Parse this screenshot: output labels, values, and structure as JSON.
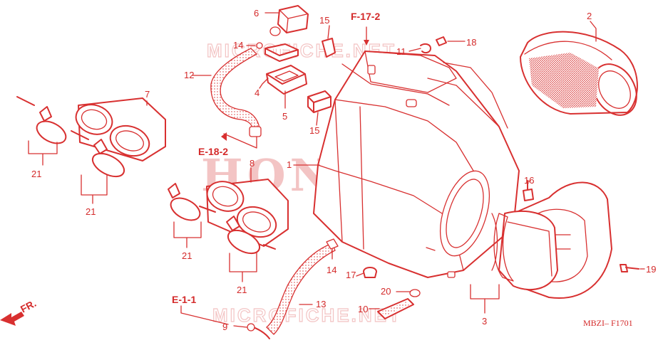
{
  "watermarks": {
    "brand": "HONDA",
    "site": "MICROFICHE.NET"
  },
  "diagram_code": "MBZI– F1701",
  "front_indicator": "FR.",
  "references": {
    "f_17_2": "F-17-2",
    "e_18_2": "E-18-2",
    "e_1_1": "E-1-1"
  },
  "callouts": {
    "c1": "1",
    "c2": "2",
    "c3": "3",
    "c4": "4",
    "c5": "5",
    "c6": "6",
    "c7": "7",
    "c8": "8",
    "c9": "9",
    "c10": "10",
    "c11": "11",
    "c12": "12",
    "c13": "13",
    "c14a": "14",
    "c14b": "14",
    "c15a": "15",
    "c15b": "15",
    "c16": "16",
    "c17": "17",
    "c18": "18",
    "c19": "19",
    "c20": "20",
    "c21a": "21",
    "c21b": "21",
    "c21c": "21",
    "c21d": "21"
  },
  "colors": {
    "line": "#d83030",
    "watermark": "#f3c4c4",
    "background": "#ffffff"
  }
}
